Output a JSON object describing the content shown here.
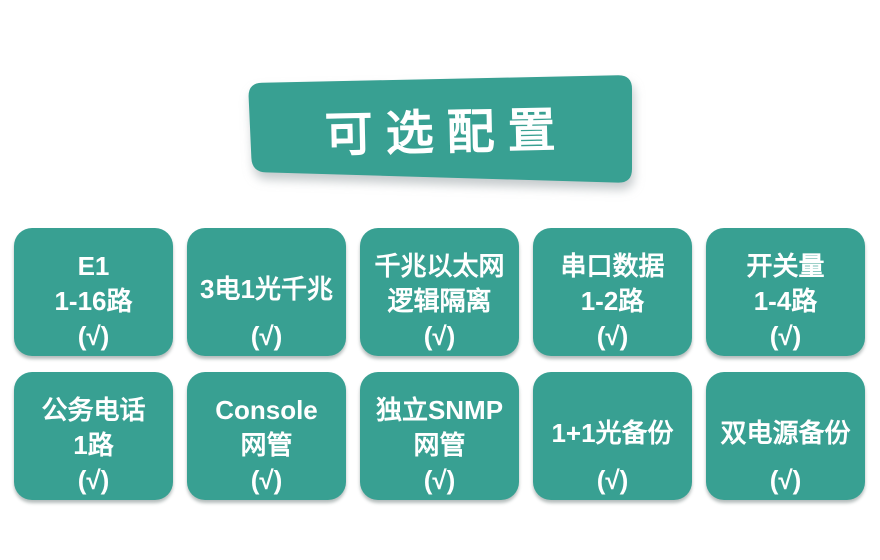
{
  "page": {
    "background_color": "#ffffff",
    "accent_color": "#38a092",
    "text_color": "#ffffff"
  },
  "banner": {
    "title": "可选配置"
  },
  "cards": [
    {
      "lines": [
        "E1",
        "1-16路"
      ],
      "check": "(√)"
    },
    {
      "lines": [
        "3电1光千兆"
      ],
      "check": "(√)"
    },
    {
      "lines": [
        "千兆以太网",
        "逻辑隔离"
      ],
      "check": "(√)"
    },
    {
      "lines": [
        "串口数据",
        "1-2路"
      ],
      "check": "(√)"
    },
    {
      "lines": [
        "开关量",
        "1-4路"
      ],
      "check": "(√)"
    },
    {
      "lines": [
        "公务电话",
        "1路"
      ],
      "check": "(√)"
    },
    {
      "lines": [
        "Console",
        "网管"
      ],
      "check": "(√)"
    },
    {
      "lines": [
        "独立SNMP",
        "网管"
      ],
      "check": "(√)"
    },
    {
      "lines": [
        "1+1光备份"
      ],
      "check": "(√)"
    },
    {
      "lines": [
        "双电源备份"
      ],
      "check": "(√)"
    }
  ]
}
